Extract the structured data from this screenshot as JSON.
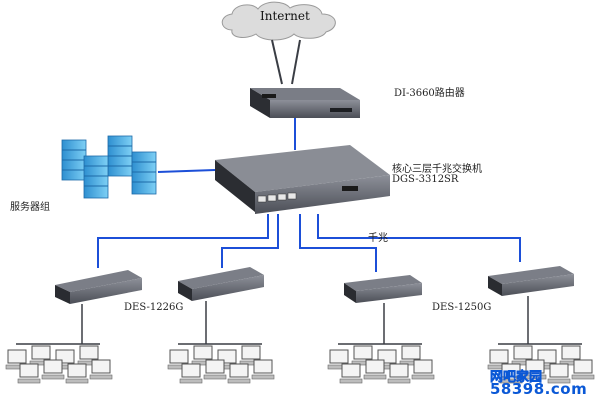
{
  "internet_label": "Internet",
  "router_label": "DI-3660路由器",
  "core_switch_label_line1": "核心三层千兆交换机",
  "core_switch_label_line2": "DGS-3312SR",
  "server_group_label": "服务器组",
  "gigabit_label": "千兆",
  "des1226_label": "DES-1226G",
  "des1250_label": "DES-1250G",
  "watermark_top": "网吧家园",
  "watermark_bottom": "58398.com",
  "colors": {
    "link": "#1c4fd8",
    "device_dark": "#3a3d44",
    "device_mid": "#6b6f78",
    "server_blue": "#4fb6e8",
    "cloud": "#d9d9d9",
    "watermark_pink": "#ff2a9d",
    "watermark_blue": "#0a58d6"
  }
}
